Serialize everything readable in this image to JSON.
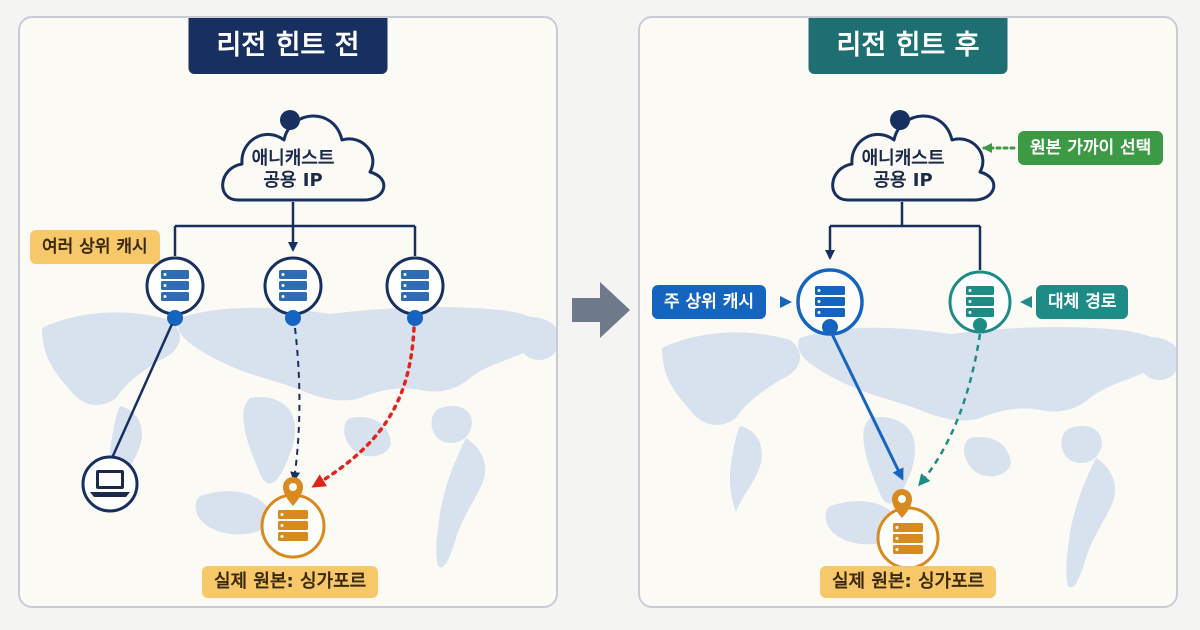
{
  "before": {
    "title": "리전 힌트 전",
    "cloud": {
      "line1": "애니캐스트",
      "line2": "공용 IP"
    },
    "upstream_tag": "여러 상위 캐시",
    "origin_tag": "실제 원본: 싱가포르"
  },
  "after": {
    "title": "리전 힌트 후",
    "cloud": {
      "line1": "애니캐스트",
      "line2": "공용 IP"
    },
    "hint_tag": "원본 가까이 선택",
    "primary_tag": "주 상위 캐시",
    "fallback_tag": "대체 경로",
    "origin_tag": "실제 원본: 싱가포르"
  },
  "colors": {
    "navy": "#17305f",
    "blue": "#1565c0",
    "teal": "#1f8b87",
    "orange": "#d98a1e",
    "red": "#e0261b",
    "green": "#3c9a45",
    "map": "#d8e2ee"
  },
  "icons": [
    "cloud-icon",
    "server-icon",
    "laptop-icon",
    "location-pin-icon",
    "right-arrow-icon"
  ]
}
